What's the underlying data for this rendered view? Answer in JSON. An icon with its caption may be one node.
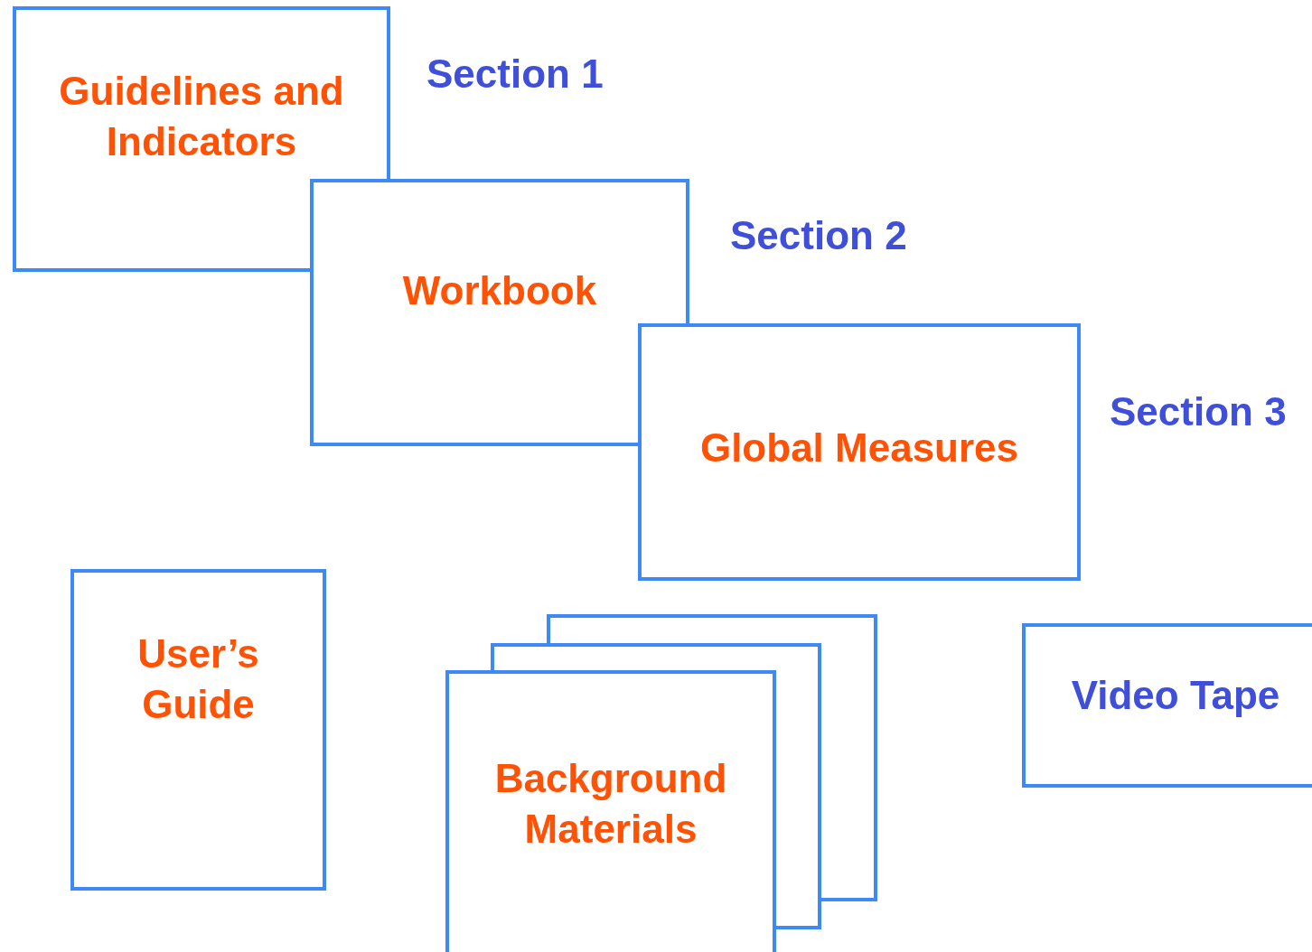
{
  "diagram": {
    "nodes": [
      {
        "text": [
          "Guidelines and Indicators"
        ],
        "beside": [
          "Section 1"
        ]
      },
      {
        "text": [
          "Workbook"
        ],
        "beside": [
          "Section 2"
        ]
      },
      {
        "text": [
          "Global Measures"
        ],
        "beside": [
          "Section 3"
        ]
      },
      {
        "text": [
          "User’s Guide"
        ]
      },
      {
        "text": [
          "Background Materials"
        ]
      },
      {
        "text": [
          "Video Tape"
        ]
      }
    ]
  }
}
